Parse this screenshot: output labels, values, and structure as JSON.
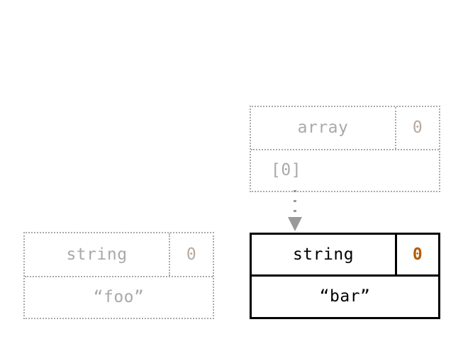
{
  "diagram": {
    "kind": "memory-representation-diagram",
    "nodes": [
      {
        "id": "array-node",
        "state": "faded",
        "type_label": "array",
        "refcount": "0",
        "value": "[0]"
      },
      {
        "id": "string-foo-node",
        "state": "faded",
        "type_label": "string",
        "refcount": "0",
        "value": "“foo”"
      },
      {
        "id": "string-bar-node",
        "state": "solid",
        "type_label": "string",
        "refcount": "0",
        "value": "“bar”"
      }
    ],
    "arrow": {
      "name": "array-element-pointer",
      "style": "dotted",
      "direction": "down",
      "from": "array-node",
      "to": "string-bar-node"
    }
  },
  "colors": {
    "faded_text": "#a9a9ac",
    "faded_border": "#a9a9ac",
    "solid_text": "#000000",
    "solid_border": "#000000",
    "refcount_accent": "#b35c00",
    "arrow": "#9a9a9a",
    "background": "#ffffff"
  }
}
